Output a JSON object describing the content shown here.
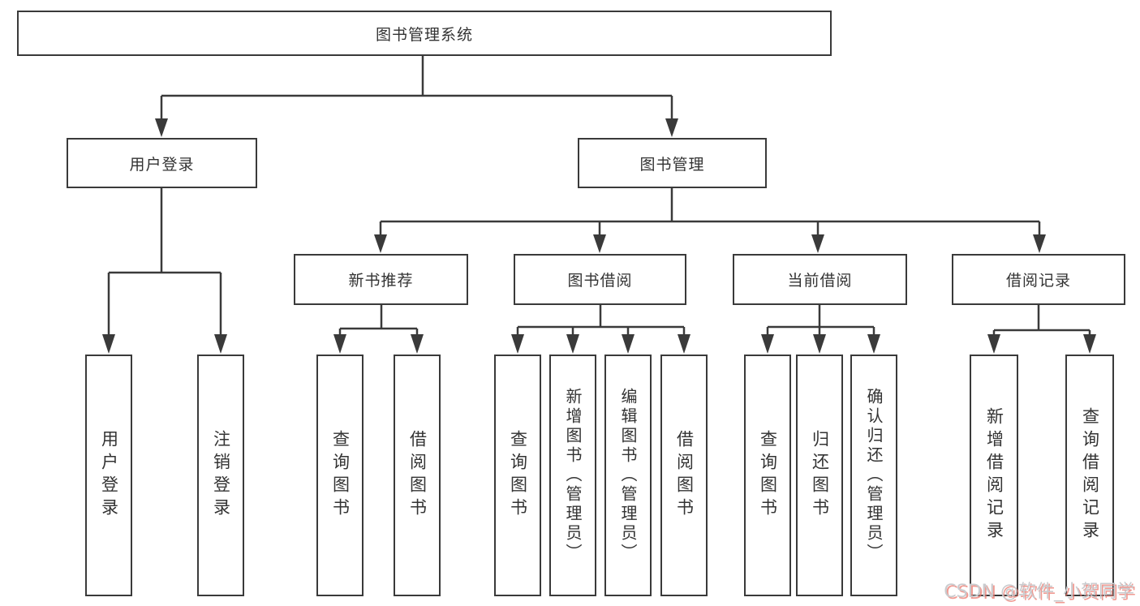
{
  "diagram": {
    "root": {
      "label": "图书管理系统"
    },
    "level2": {
      "user_login": {
        "label": "用户登录"
      },
      "book_management": {
        "label": "图书管理"
      }
    },
    "level3": {
      "new_book_recommend": {
        "label": "新书推荐"
      },
      "book_borrowing": {
        "label": "图书借阅"
      },
      "current_borrowing": {
        "label": "当前借阅"
      },
      "borrowing_records": {
        "label": "借阅记录"
      }
    },
    "leaves": {
      "user_login": {
        "label": "用户登录"
      },
      "logout": {
        "label": "注销登录"
      },
      "rec_query_books": {
        "label": "查询图书"
      },
      "rec_borrow_books": {
        "label": "借阅图书"
      },
      "bb_query_books": {
        "label": "查询图书"
      },
      "bb_add_books": {
        "label": "新增图书（管理员）"
      },
      "bb_edit_books": {
        "label": "编辑图书（管理员）"
      },
      "bb_borrow_books": {
        "label": "借阅图书"
      },
      "cb_query_books": {
        "label": "查询图书"
      },
      "cb_return_books": {
        "label": "归还图书"
      },
      "cb_confirm_return": {
        "label": "确认归还（管理员）"
      },
      "br_add_record": {
        "label": "新增借阅记录"
      },
      "br_query_record": {
        "label": "查询借阅记录"
      }
    }
  },
  "watermark": {
    "text": "CSDN @软件_小贺同学"
  },
  "colors": {
    "line": "#3a3a3a",
    "text": "#333333",
    "watermark_text": "#c9cbce",
    "watermark_shadow": "#eb786e"
  }
}
